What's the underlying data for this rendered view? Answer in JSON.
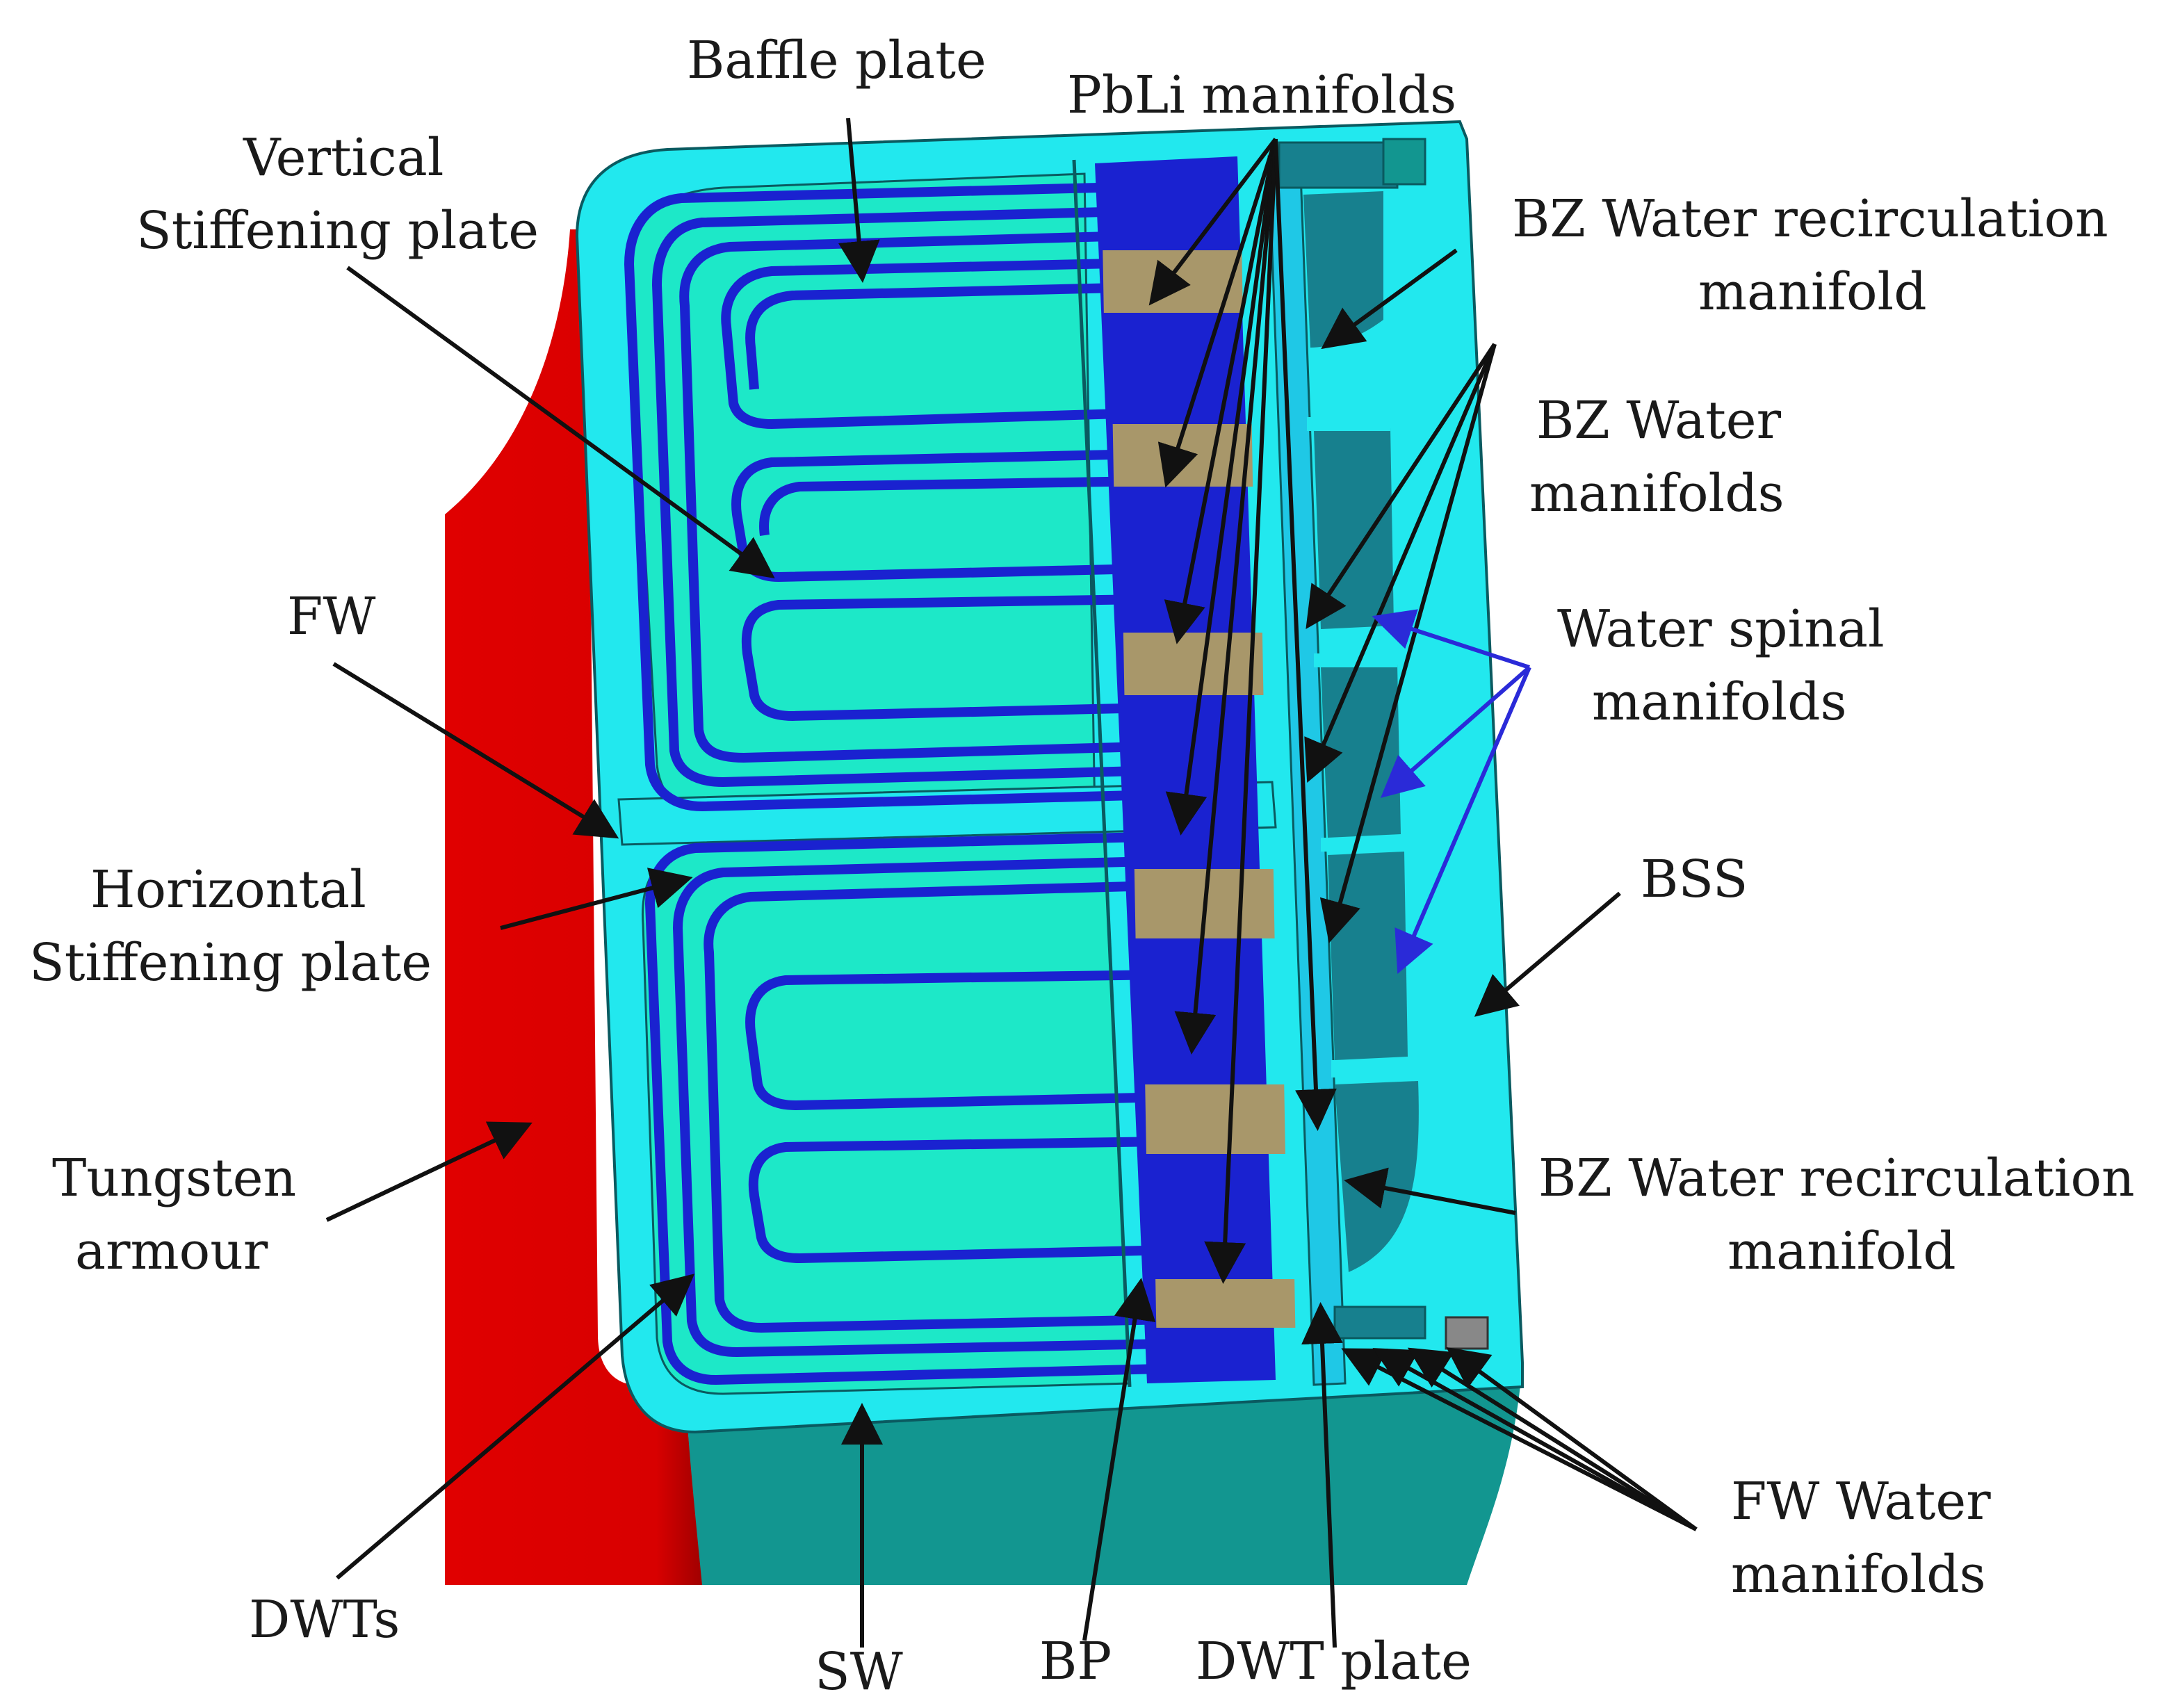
{
  "labels": {
    "baffle_plate": "Baffle plate",
    "pbli_manifolds": "PbLi manifolds",
    "vertical_stiffening_1": "Vertical",
    "vertical_stiffening_2": "Stiffening plate",
    "bz_recirc_top_1": "BZ Water recirculation",
    "bz_recirc_top_2": "manifold",
    "bz_water_manifolds_1": "BZ Water",
    "bz_water_manifolds_2": "manifolds",
    "water_spinal_1": "Water spinal",
    "water_spinal_2": "manifolds",
    "fw": "FW",
    "bss": "BSS",
    "horizontal_stiffening_1": "Horizontal",
    "horizontal_stiffening_2": "Stiffening plate",
    "tungsten_1": "Tungsten",
    "tungsten_2": "armour",
    "bz_recirc_bottom_1": "BZ Water recirculation",
    "bz_recirc_bottom_2": "manifold",
    "dwts": "DWTs",
    "sw": "SW",
    "bp": "BP",
    "dwt_plate": "DWT plate",
    "fw_water_1": "FW Water",
    "fw_water_2": "manifolds"
  },
  "colors": {
    "tungsten": "#e00000",
    "tungsten_dark": "#a80000",
    "cyan_frame": "#22e8ee",
    "cavity": "#1de8c8",
    "channel": "#1a22d0",
    "pbli": "#a8976a",
    "teal": "#129690",
    "bz_teal": "#17808e",
    "bss_grey": "#d2d2d2",
    "arrow": "#111111",
    "arrow_blue": "#2a2ad8"
  }
}
